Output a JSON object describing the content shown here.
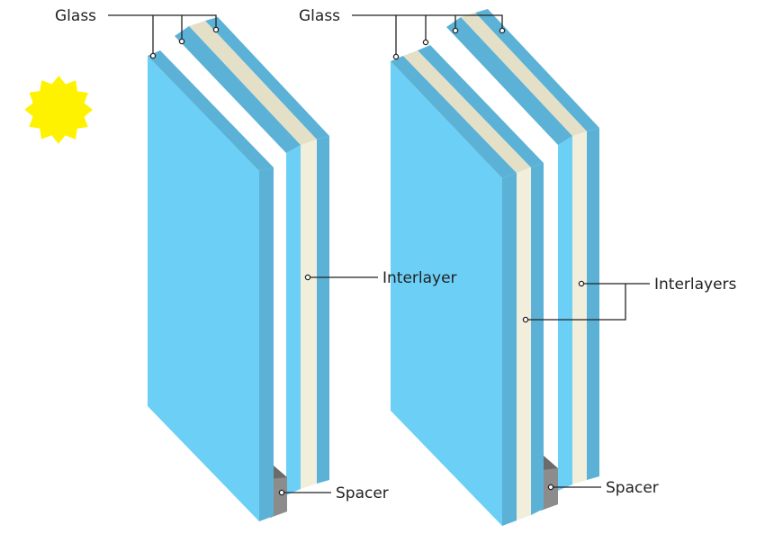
{
  "labels": {
    "left_glass": "Glass",
    "left_interlayer": "Interlayer",
    "left_spacer": "Spacer",
    "right_glass": "Glass",
    "right_interlayers": "Interlayers",
    "right_spacer": "Spacer"
  },
  "colors": {
    "glass_face": "#6ccff6",
    "glass_edge": "#5bb2d6",
    "interlayer_face": "#f1efdc",
    "interlayer_top": "#e4e0c8",
    "spacer_dark": "#6b6b6b",
    "spacer_light": "#8c8c8c",
    "sun": "#fff200",
    "leader": "#222222"
  },
  "icons": {
    "sun": "sun-icon"
  }
}
